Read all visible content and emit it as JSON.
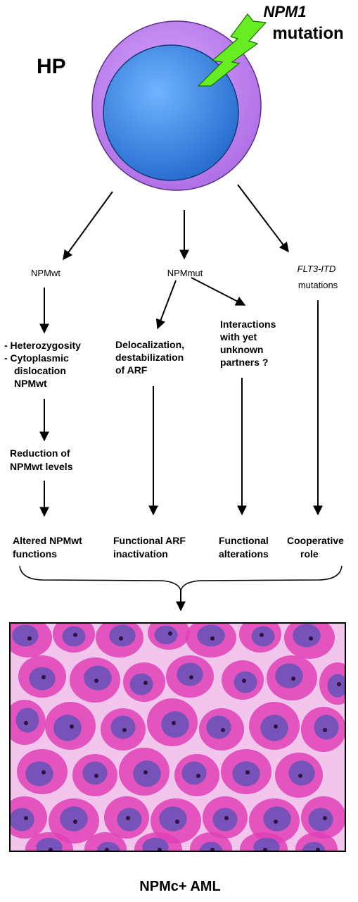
{
  "hp_label": "HP",
  "mutation": {
    "gene": "NPM1",
    "word": "mutation"
  },
  "branches": {
    "npmwt": "NPMwt",
    "npmmut": "NPMmut",
    "flt3": {
      "gene": "FLT3-ITD",
      "word": "mutations"
    }
  },
  "steps": {
    "npmwt_effects": [
      "- Heterozygosity",
      "- Cytoplasmic",
      "dislocation",
      "NPMwt"
    ],
    "reduction": [
      "Reduction of",
      "NPMwt levels"
    ],
    "delocalization": [
      "Delocalization,",
      "destabilization",
      "of ARF"
    ],
    "interactions": [
      "Interactions",
      "with  yet",
      "unknown",
      "partners ?"
    ]
  },
  "outcomes": {
    "altered": [
      "Altered NPMwt",
      "functions"
    ],
    "arf": [
      "Functional ARF",
      "inactivation"
    ],
    "func_alt": [
      "Functional",
      "alterations"
    ],
    "coop": [
      "Cooperative",
      "role"
    ]
  },
  "caption": "NPMc+ AML",
  "colors": {
    "cytoplasm": "#c080f0",
    "nucleus": "#3f8fe8",
    "bolt": "#66ee22",
    "tissue_bg": "#f0b4e6",
    "cell_pink": "#e23fb6",
    "nucleus_purple": "#6a52b8"
  }
}
